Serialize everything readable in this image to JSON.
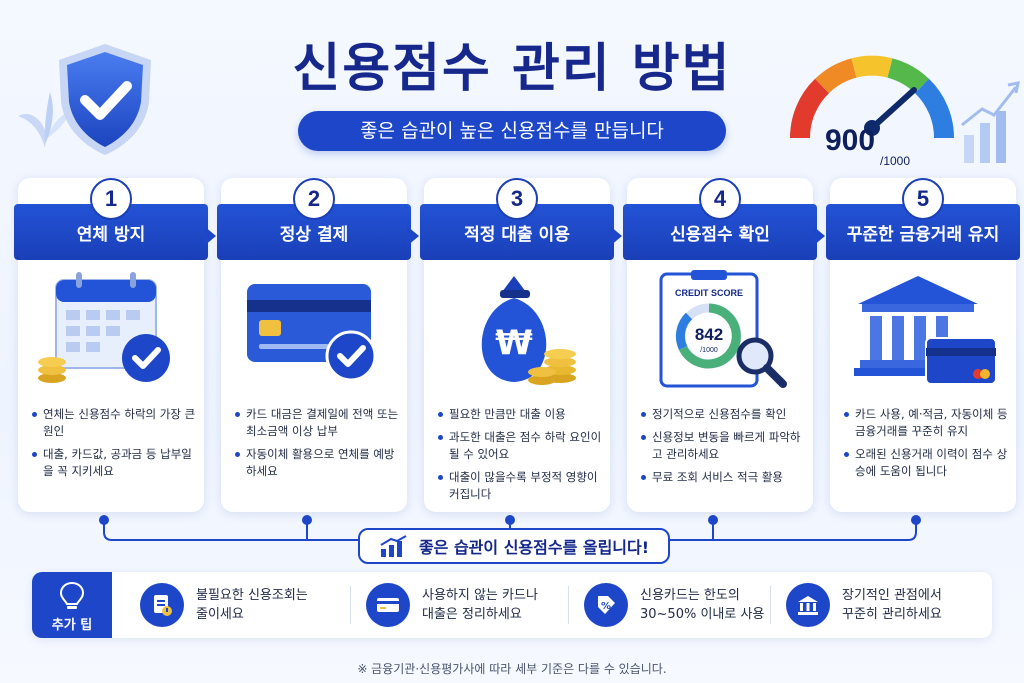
{
  "header": {
    "title": "신용점수 관리 방법",
    "subtitle": "좋은 습관이 높은 신용점수를 만듭니다"
  },
  "gauge": {
    "score": "900",
    "max": "/1000"
  },
  "steps": [
    {
      "number": "1",
      "title": "연체 방지",
      "bullets": [
        "연체는 신용점수 하락의 가장 큰 원인",
        "대출, 카드값, 공과금 등 납부일을 꼭 지키세요"
      ]
    },
    {
      "number": "2",
      "title": "정상 결제",
      "bullets": [
        "카드 대금은 결제일에 전액 또는 최소금액 이상 납부",
        "자동이체 활용으로 연체를 예방하세요"
      ]
    },
    {
      "number": "3",
      "title": "적정 대출 이용",
      "bullets": [
        "필요한 만큼만 대출 이용",
        "과도한 대출은 점수 하락 요인이 될 수 있어요",
        "대출이 많을수록 부정적 영향이 커집니다"
      ]
    },
    {
      "number": "4",
      "title": "신용점수 확인",
      "bullets": [
        "정기적으로 신용점수를 확인",
        "신용정보 변동을 빠르게 파악하고 관리하세요",
        "무료 조회 서비스 적극 활용"
      ]
    },
    {
      "number": "5",
      "title": "꾸준한 금융거래 유지",
      "bullets": [
        "카드 사용, 예·적금, 자동이체 등 금융거래를 꾸준히 유지",
        "오래된 신용거래 이력이 점수 상승에 도움이 됩니다"
      ]
    }
  ],
  "illustrations": {
    "won_symbol": "₩",
    "credit_score_label": "CREDIT SCORE",
    "credit_score_value": "842",
    "credit_score_max": "/1000"
  },
  "summary": "좋은 습관이 신용점수를 올립니다!",
  "tips": {
    "label": "추가 팁",
    "items": [
      {
        "icon": "document-alert-icon",
        "text": "불필요한 신용조회는\n줄이세요"
      },
      {
        "icon": "credit-card-icon",
        "text": "사용하지 않는 카드나\n대출은 정리하세요"
      },
      {
        "icon": "percent-tag-icon",
        "text": "신용카드는 한도의\n30~50% 이내로 사용"
      },
      {
        "icon": "bank-icon",
        "text": "장기적인 관점에서\n꾸준히 관리하세요"
      }
    ]
  },
  "footnote": "※ 금융기관·신용평가사에 따라 세부 기준은 다를 수 있습니다.",
  "colors": {
    "primary": "#1d47c8",
    "title": "#16288c",
    "gauge_needle": "#0f2a6b"
  }
}
